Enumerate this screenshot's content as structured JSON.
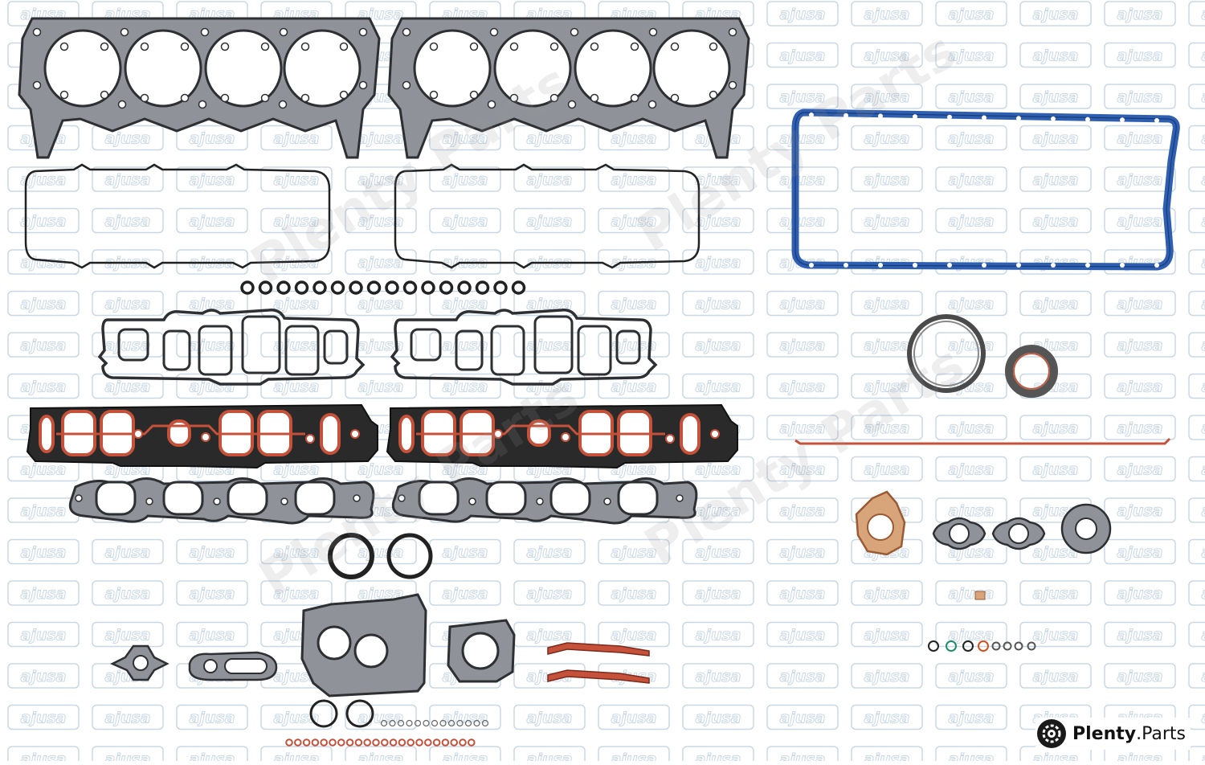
{
  "watermark": {
    "bg_brand": "ajusa",
    "word": "Plenty",
    "suffix": "Parts",
    "badge_main": "Plenty",
    "badge_dot": ".",
    "badge_tail": "Parts"
  },
  "colors": {
    "background": "#ffffff",
    "gasket_gray": "#8f9399",
    "gasket_dark": "#2d2f33",
    "rubber_blue": "#2f5fb0",
    "red_bead": "#c5513a",
    "copper": "#d8a47a",
    "black_ring": "#222222",
    "bg_logo": "#c9d8e6"
  },
  "icons": {
    "badge_logo": "gear-wheel-icon"
  }
}
